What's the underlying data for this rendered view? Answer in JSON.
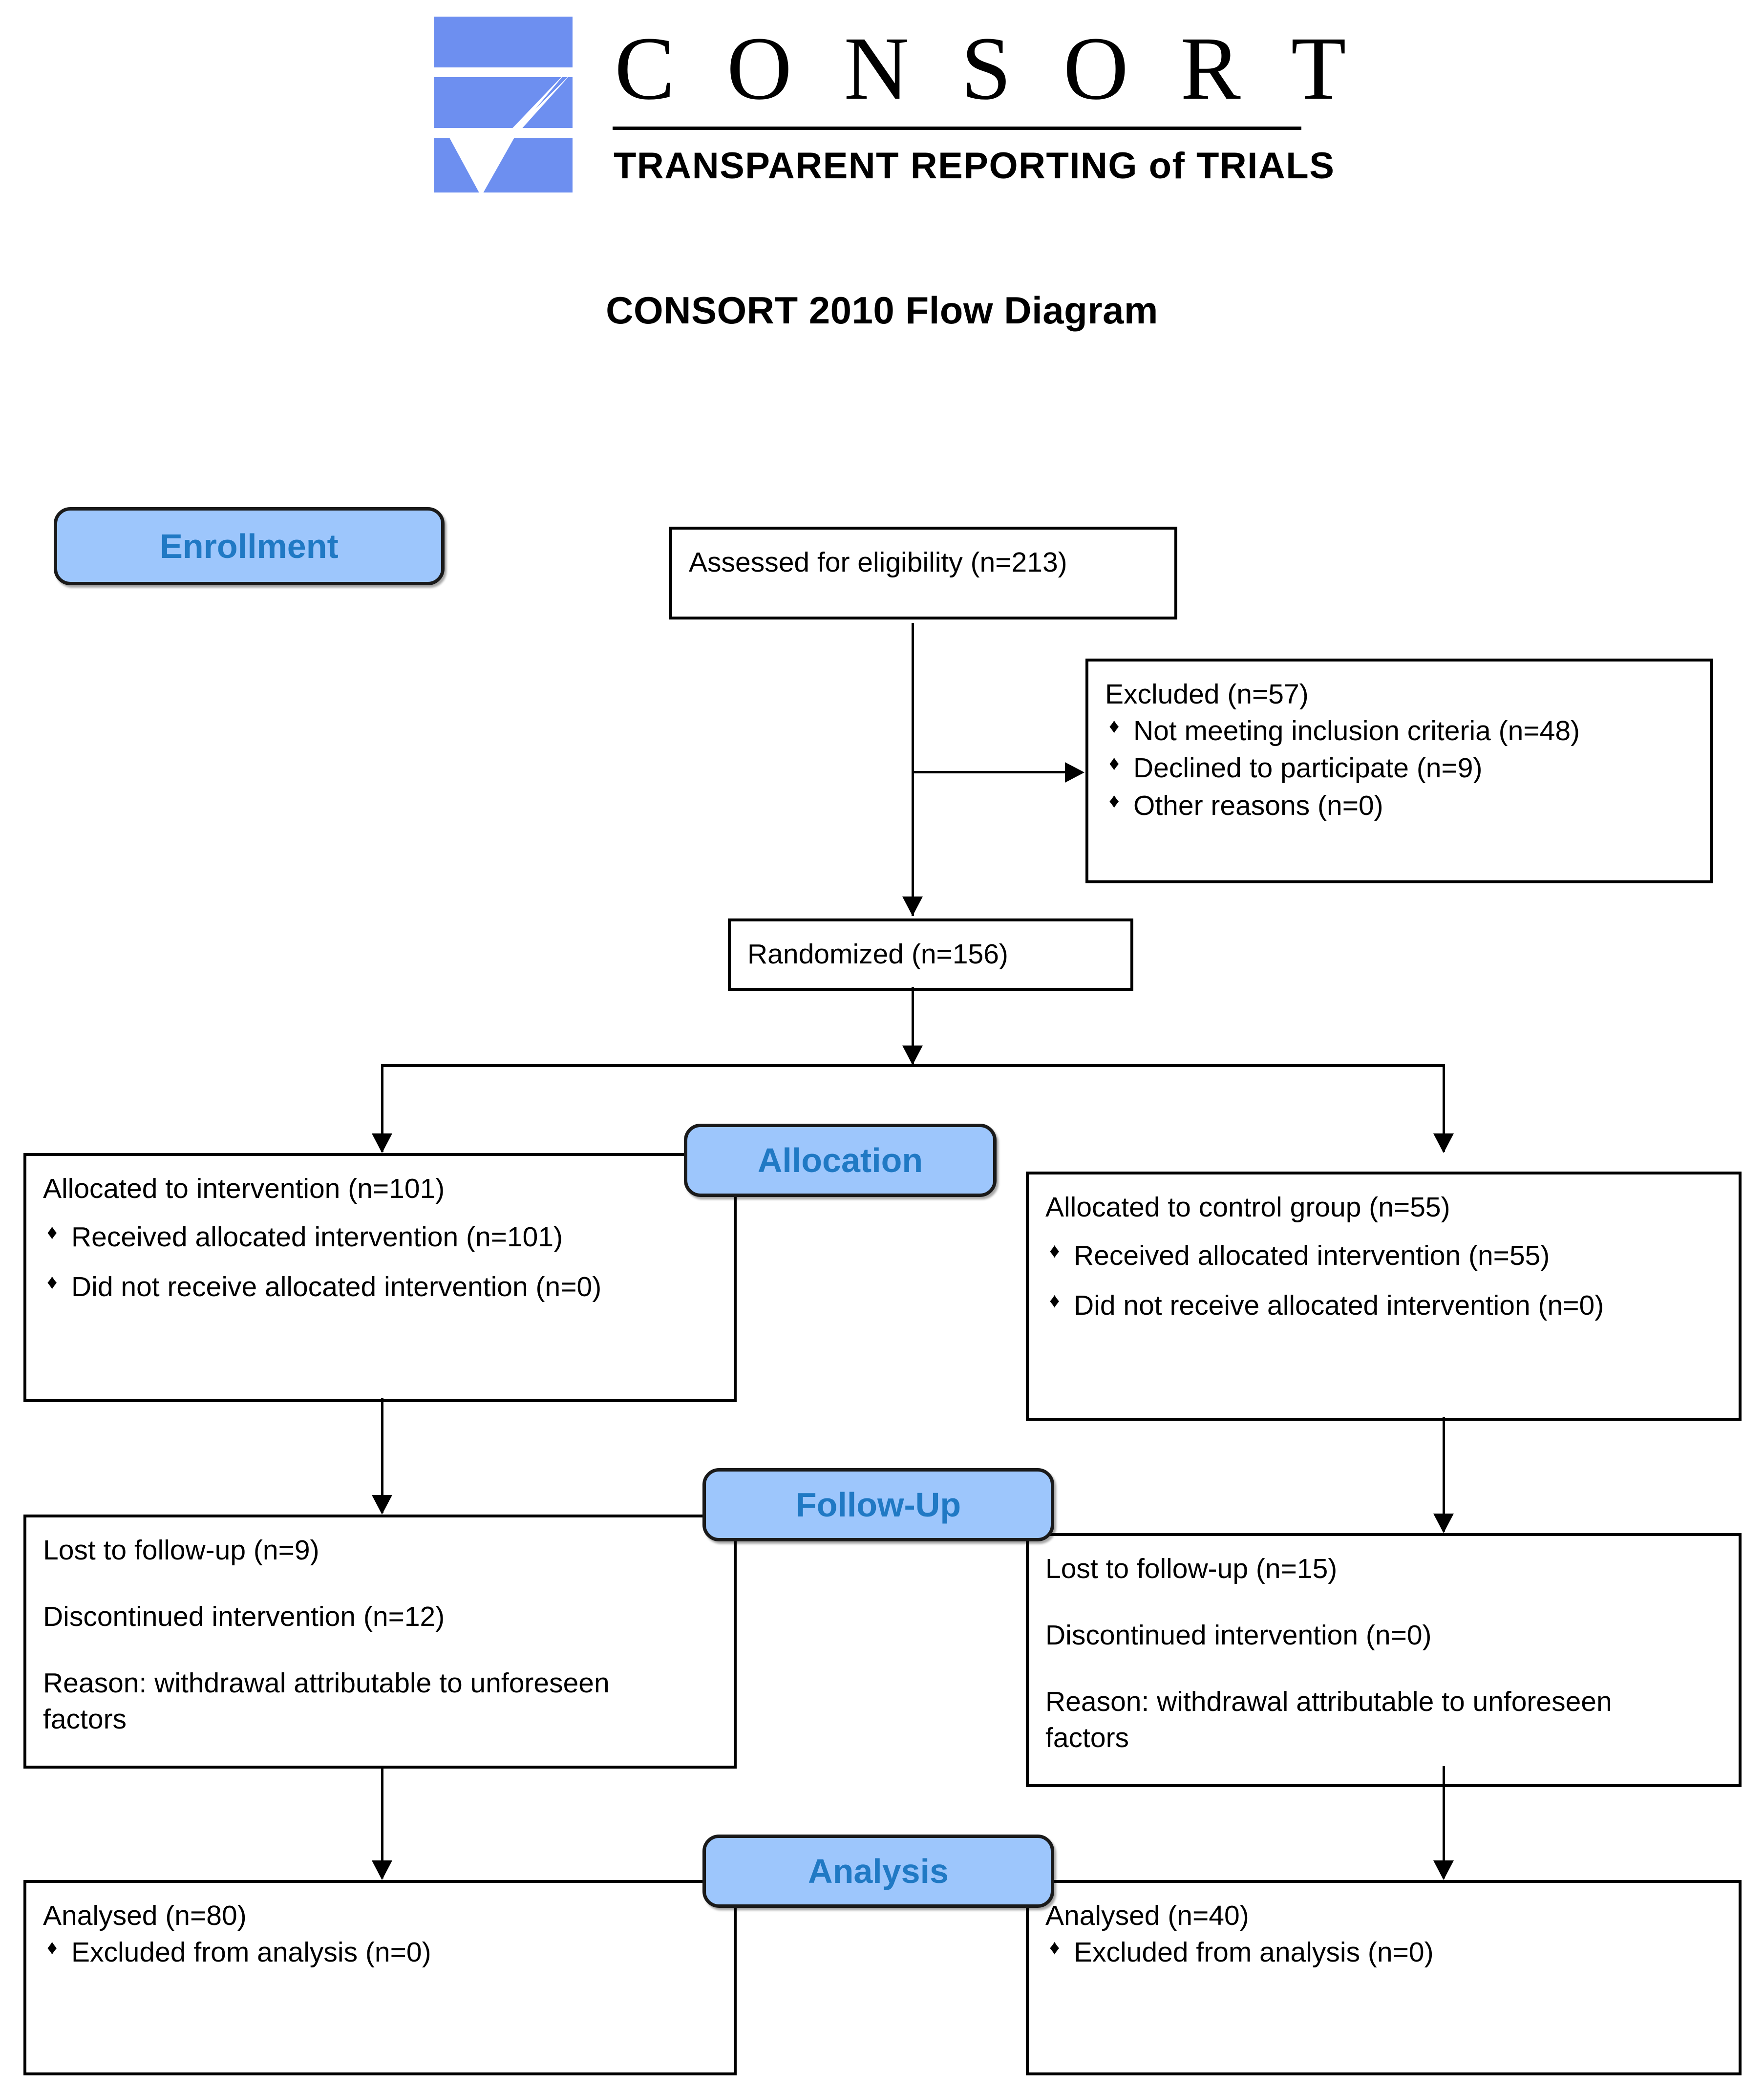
{
  "logo": {
    "wordmark": "C O N S O R T",
    "tagline": "TRANSPARENT REPORTING of TRIALS",
    "mark_color": "#6D8FF0",
    "mark_name": "consort-bars-checkmark-logo"
  },
  "title": "CONSORT 2010 Flow Diagram",
  "stages": {
    "enrollment": "Enrollment",
    "allocation": "Allocation",
    "followup": "Follow-Up",
    "analysis": "Analysis"
  },
  "colors": {
    "badge_fill": "#9DC6FC",
    "badge_text": "#2079C4",
    "box_border": "#000000",
    "logo_blue": "#6D8FF0"
  },
  "boxes": {
    "assessed": {
      "head": "Assessed for eligibility (n=213)"
    },
    "excluded": {
      "head": "Excluded (n=57)",
      "items": [
        "Not meeting inclusion criteria (n=48)",
        "Declined to participate (n=9)",
        "Other reasons (n=0)"
      ]
    },
    "randomized": {
      "head": "Randomized (n=156)"
    },
    "alloc_left": {
      "head": "Allocated to intervention (n=101)",
      "items": [
        "Received allocated intervention (n=101)",
        "Did not receive allocated intervention (n=0)"
      ]
    },
    "alloc_right": {
      "head": "Allocated to control group (n=55)",
      "items": [
        "Received allocated intervention (n=55)",
        "Did not receive allocated intervention (n=0)"
      ]
    },
    "followup_left": {
      "line1": "Lost to follow-up (n=9)",
      "line2": "Discontinued intervention (n=12)",
      "line3": "Reason: withdrawal attributable to unforeseen factors"
    },
    "followup_right": {
      "line1": "Lost to follow-up (n=15)",
      "line2": "Discontinued intervention (n=0)",
      "line3": "Reason: withdrawal attributable to unforeseen factors"
    },
    "analysis_left": {
      "head": "Analysed (n=80)",
      "items": [
        "Excluded from analysis (n=0)"
      ]
    },
    "analysis_right": {
      "head": "Analysed (n=40)",
      "items": [
        "Excluded from analysis (n=0)"
      ]
    }
  },
  "chart_data": {
    "type": "diagram",
    "title": "CONSORT 2010 Flow Diagram",
    "nodes": [
      {
        "id": "assessed",
        "stage": "Enrollment",
        "label": "Assessed for eligibility",
        "n": 213
      },
      {
        "id": "excluded",
        "stage": "Enrollment",
        "label": "Excluded",
        "n": 57,
        "children": [
          {
            "label": "Not meeting inclusion criteria",
            "n": 48
          },
          {
            "label": "Declined to participate",
            "n": 9
          },
          {
            "label": "Other reasons",
            "n": 0
          }
        ]
      },
      {
        "id": "randomized",
        "stage": "Enrollment",
        "label": "Randomized",
        "n": 156
      },
      {
        "id": "alloc_left",
        "stage": "Allocation",
        "label": "Allocated to intervention",
        "n": 101,
        "children": [
          {
            "label": "Received allocated intervention",
            "n": 101
          },
          {
            "label": "Did not receive allocated intervention",
            "n": 0
          }
        ]
      },
      {
        "id": "alloc_right",
        "stage": "Allocation",
        "label": "Allocated to control group",
        "n": 55,
        "children": [
          {
            "label": "Received allocated intervention",
            "n": 55
          },
          {
            "label": "Did not receive allocated intervention",
            "n": 0
          }
        ]
      },
      {
        "id": "followup_left",
        "stage": "Follow-Up",
        "lost_to_followup": 9,
        "discontinued": 12,
        "reason": "withdrawal attributable to unforeseen factors"
      },
      {
        "id": "followup_right",
        "stage": "Follow-Up",
        "lost_to_followup": 15,
        "discontinued": 0,
        "reason": "withdrawal attributable to unforeseen factors"
      },
      {
        "id": "analysis_left",
        "stage": "Analysis",
        "label": "Analysed",
        "n": 80,
        "children": [
          {
            "label": "Excluded from analysis",
            "n": 0
          }
        ]
      },
      {
        "id": "analysis_right",
        "stage": "Analysis",
        "label": "Analysed",
        "n": 40,
        "children": [
          {
            "label": "Excluded from analysis",
            "n": 0
          }
        ]
      }
    ],
    "edges": [
      {
        "from": "assessed",
        "to": "excluded",
        "direction": "right"
      },
      {
        "from": "assessed",
        "to": "randomized",
        "direction": "down"
      },
      {
        "from": "randomized",
        "to": "alloc_left",
        "direction": "down-left"
      },
      {
        "from": "randomized",
        "to": "alloc_right",
        "direction": "down-right"
      },
      {
        "from": "alloc_left",
        "to": "followup_left",
        "direction": "down"
      },
      {
        "from": "alloc_right",
        "to": "followup_right",
        "direction": "down"
      },
      {
        "from": "followup_left",
        "to": "analysis_left",
        "direction": "down"
      },
      {
        "from": "followup_right",
        "to": "analysis_right",
        "direction": "down"
      }
    ]
  }
}
